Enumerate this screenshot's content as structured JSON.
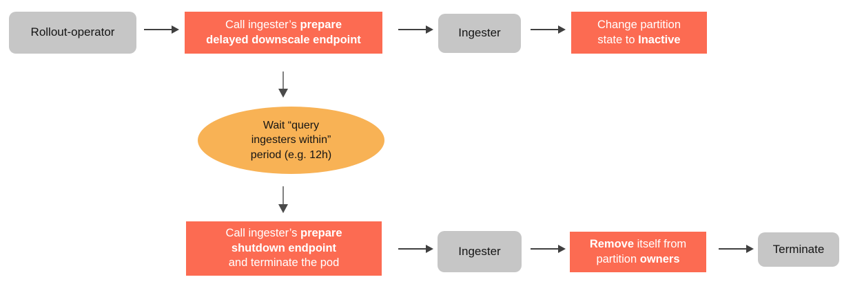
{
  "diagram": {
    "title": "Ingester delayed downscale and shutdown flow",
    "colors": {
      "actor": "#c6c6c6",
      "action": "#fc6b52",
      "wait": "#f8b255",
      "arrow": "#3f3f3f",
      "action_text": "#ffffff",
      "actor_text": "#141414",
      "background": "#ffffff"
    },
    "nodes": [
      {
        "id": "rollout-operator",
        "shape": "rounded-rect",
        "kind": "actor",
        "lines": [
          [
            {
              "t": "Rollout-operator",
              "b": false
            }
          ]
        ]
      },
      {
        "id": "call-prepare-delayed-downscale",
        "shape": "rect",
        "kind": "action",
        "lines": [
          [
            {
              "t": "Call ingester’s ",
              "b": false
            },
            {
              "t": "prepare",
              "b": true
            }
          ],
          [
            {
              "t": "delayed downscale endpoint",
              "b": true
            }
          ]
        ]
      },
      {
        "id": "ingester-top",
        "shape": "rounded-rect",
        "kind": "actor",
        "lines": [
          [
            {
              "t": "Ingester",
              "b": false
            }
          ]
        ]
      },
      {
        "id": "change-partition-state-inactive",
        "shape": "rect",
        "kind": "action",
        "lines": [
          [
            {
              "t": "Change partition",
              "b": false
            }
          ],
          [
            {
              "t": "state to ",
              "b": false
            },
            {
              "t": "Inactive",
              "b": true
            }
          ]
        ]
      },
      {
        "id": "wait-query-ingesters-within",
        "shape": "ellipse",
        "kind": "wait",
        "lines": [
          [
            {
              "t": "Wait “query",
              "b": false
            }
          ],
          [
            {
              "t": "ingesters within”",
              "b": false
            }
          ],
          [
            {
              "t": "period (e.g. 12h)",
              "b": false
            }
          ]
        ]
      },
      {
        "id": "call-prepare-shutdown",
        "shape": "rect",
        "kind": "action",
        "lines": [
          [
            {
              "t": "Call ingester’s ",
              "b": false
            },
            {
              "t": "prepare",
              "b": true
            }
          ],
          [
            {
              "t": "shutdown endpoint",
              "b": true
            }
          ],
          [
            {
              "t": "and terminate the pod",
              "b": false
            }
          ]
        ]
      },
      {
        "id": "ingester-bottom",
        "shape": "rounded-rect",
        "kind": "actor",
        "lines": [
          [
            {
              "t": "Ingester",
              "b": false
            }
          ]
        ]
      },
      {
        "id": "remove-itself-from-partition-owners",
        "shape": "rect",
        "kind": "action",
        "lines": [
          [
            {
              "t": "Remove",
              "b": true
            },
            {
              "t": " itself from",
              "b": false
            }
          ],
          [
            {
              "t": "partition ",
              "b": false
            },
            {
              "t": "owners",
              "b": true
            }
          ]
        ]
      },
      {
        "id": "terminate",
        "shape": "rounded-rect",
        "kind": "actor",
        "lines": [
          [
            {
              "t": "Terminate",
              "b": false
            }
          ]
        ]
      }
    ],
    "edges": [
      {
        "id": "e1",
        "from": "rollout-operator",
        "to": "call-prepare-delayed-downscale",
        "direction": "right"
      },
      {
        "id": "e2",
        "from": "call-prepare-delayed-downscale",
        "to": "ingester-top",
        "direction": "right"
      },
      {
        "id": "e3",
        "from": "ingester-top",
        "to": "change-partition-state-inactive",
        "direction": "right"
      },
      {
        "id": "e4",
        "from": "call-prepare-delayed-downscale",
        "to": "wait-query-ingesters-within",
        "direction": "down"
      },
      {
        "id": "e5",
        "from": "wait-query-ingesters-within",
        "to": "call-prepare-shutdown",
        "direction": "down"
      },
      {
        "id": "e6",
        "from": "call-prepare-shutdown",
        "to": "ingester-bottom",
        "direction": "right"
      },
      {
        "id": "e7",
        "from": "ingester-bottom",
        "to": "remove-itself-from-partition-owners",
        "direction": "right"
      },
      {
        "id": "e8",
        "from": "remove-itself-from-partition-owners",
        "to": "terminate",
        "direction": "right"
      }
    ]
  }
}
